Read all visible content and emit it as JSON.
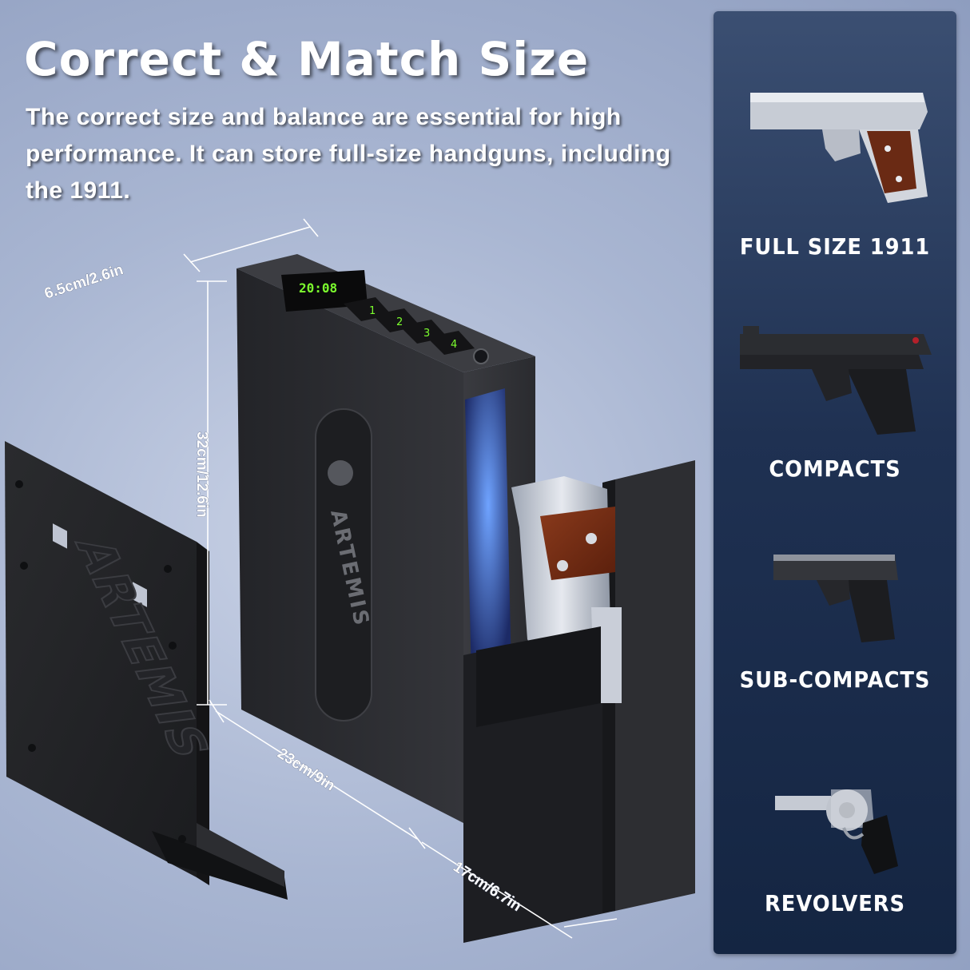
{
  "header": {
    "title": "Correct & Match Size",
    "subtitle": "The correct size and balance are essential for high performance. It can store full-size handguns, including the 1911."
  },
  "dimensions": {
    "width": "6.5cm/2.6in",
    "height": "32cm/12.6in",
    "depth": "23cm/9in",
    "drawer": "17cm/6.7in"
  },
  "product": {
    "brand": "ARTEMIS",
    "display_time": "20:08",
    "keypad": [
      "1",
      "2",
      "3",
      "4"
    ]
  },
  "categories": [
    {
      "label": "FULL SIZE 1911",
      "icon": "full-size-pistol-icon"
    },
    {
      "label": "COMPACTS",
      "icon": "compact-pistol-icon"
    },
    {
      "label": "SUB-COMPACTS",
      "icon": "sub-compact-pistol-icon"
    },
    {
      "label": "REVOLVERS",
      "icon": "revolver-icon"
    }
  ],
  "colors": {
    "panel": "#1f3152",
    "safe_body": "#2b2c30",
    "display_green": "#7CFF2E",
    "led_blue": "#4f8cff"
  }
}
